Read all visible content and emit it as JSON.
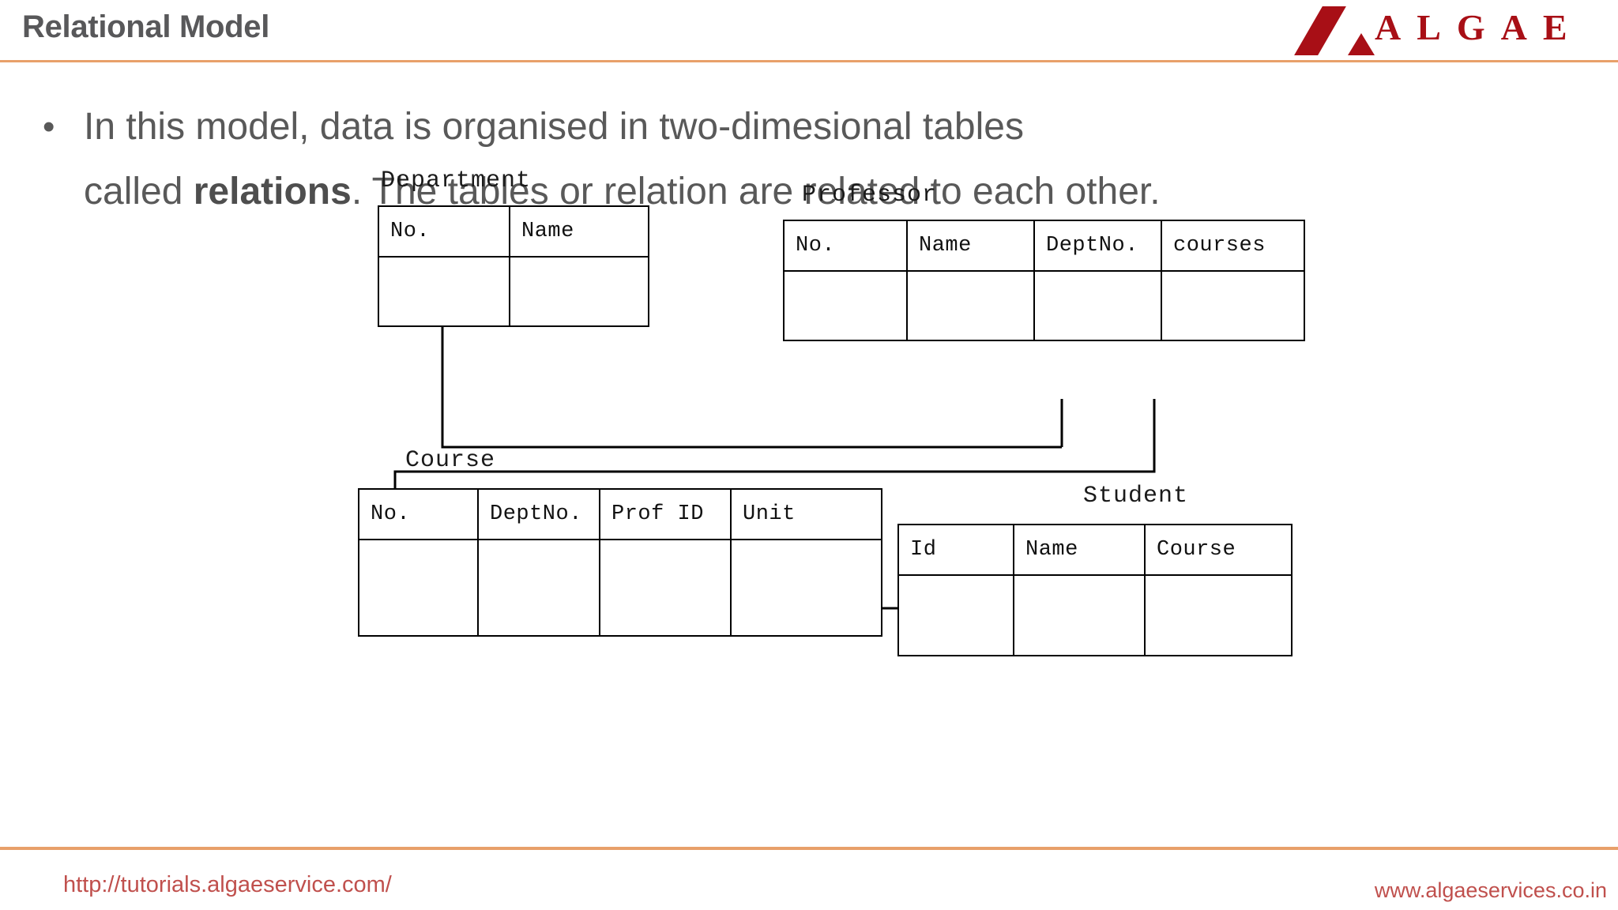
{
  "header": {
    "title": "Relational Model",
    "rule_color": "#e8a06a",
    "title_color": "#58585a"
  },
  "logo": {
    "text": "ALGAE",
    "color": "#a80f16",
    "mark_big": "slanted-parallelogram",
    "mark_small": "triangle"
  },
  "body": {
    "bullet_glyph": "•",
    "line1": "In this model, data is organised in two-dimesional tables",
    "line2_before": "called ",
    "line2_bold": "relations",
    "line2_after": ". The tables or relation are related to each other.",
    "text_color": "#595959"
  },
  "diagram": {
    "tables": [
      {
        "name": "Department",
        "columns": [
          "No.",
          "Name"
        ],
        "rows": [
          [
            "",
            ""
          ]
        ]
      },
      {
        "name": "Professor",
        "columns": [
          "No.",
          "Name",
          "DeptNo.",
          "courses"
        ],
        "rows": [
          [
            "",
            "",
            "",
            ""
          ]
        ]
      },
      {
        "name": "Course",
        "columns": [
          "No.",
          "DeptNo.",
          "Prof ID",
          "Unit"
        ],
        "rows": [
          [
            "",
            "",
            "",
            ""
          ]
        ]
      },
      {
        "name": "Student",
        "columns": [
          "Id",
          "Name",
          "Course"
        ],
        "rows": [
          [
            "",
            "",
            ""
          ]
        ]
      }
    ],
    "line_color": "#000000"
  },
  "footer": {
    "left": "http://tutorials.algaeservice.com/",
    "right": "www.algaeservices.co.in",
    "color": "#c0504d",
    "rule_color": "#e8a06a"
  }
}
